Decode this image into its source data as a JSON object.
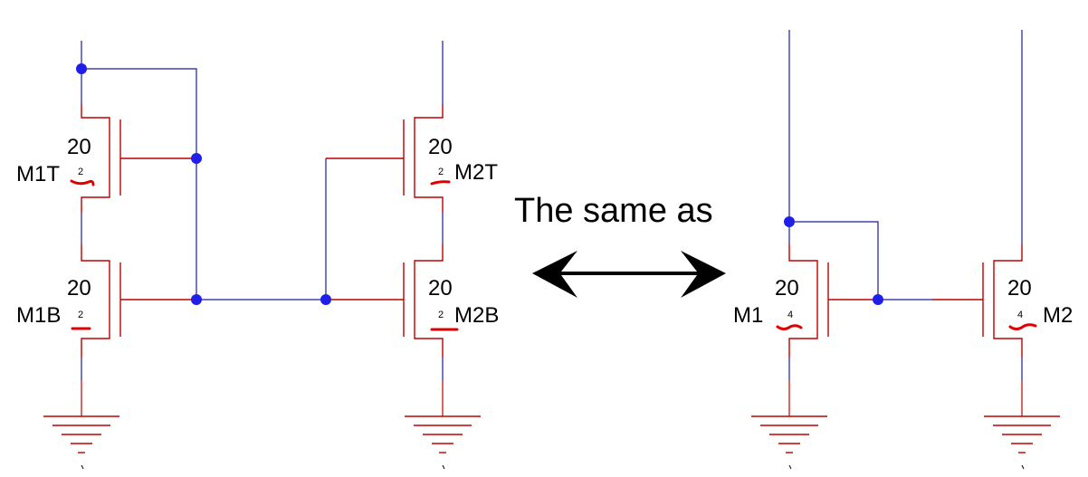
{
  "caption": "The same as",
  "colors": {
    "transistor": "#c00000",
    "wire": "#1a1aa0",
    "node": "#1f1fe8",
    "underline": "#e00000",
    "arrow": "#000000"
  },
  "left_circuit": {
    "m1t": {
      "name": "M1T",
      "w": "20",
      "l": "2"
    },
    "m1b": {
      "name": "M1B",
      "w": "20",
      "l": "2"
    },
    "m2t": {
      "name": "M2T",
      "w": "20",
      "l": "2"
    },
    "m2b": {
      "name": "M2B",
      "w": "20",
      "l": "2"
    }
  },
  "right_circuit": {
    "m1": {
      "name": "M1",
      "w": "20",
      "l": "4"
    },
    "m2": {
      "name": "M2",
      "w": "20",
      "l": "4"
    }
  },
  "icons": {
    "arrow": "double-headed-arrow-icon",
    "ground": "ground-icon"
  }
}
